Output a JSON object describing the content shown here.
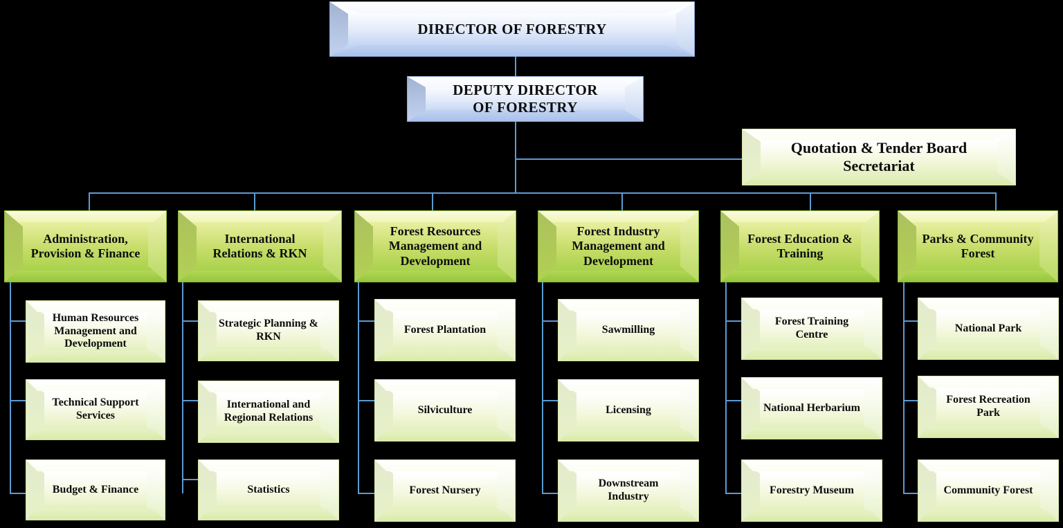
{
  "meta": {
    "title": "Forestry Department Organisational Chart",
    "background_color": "#000000",
    "connector_color": "#5B9BD5"
  },
  "colors": {
    "executive_box": "#BCCFF0",
    "division_header_box": "#A8D14A",
    "unit_box": "#E2EFBB",
    "text": "#0D0D0D",
    "connector": "#5B9BD5"
  },
  "executive": [
    {
      "id": "director",
      "label": "DIRECTOR OF FORESTRY"
    },
    {
      "id": "deputy-director",
      "label": "DEPUTY DIRECTOR\nOF FORESTRY"
    }
  ],
  "board": {
    "id": "quotation-tender-board",
    "label": "Quotation & Tender Board\nSecretariat"
  },
  "divisions": [
    {
      "id": "administration-provision-finance",
      "label": "Administration,\nProvision & Finance",
      "units": [
        {
          "id": "human-resources-management-and-development",
          "label": "Human Resources\nManagement and\nDevelopment"
        },
        {
          "id": "technical-support-services",
          "label": "Technical Support\nServices"
        },
        {
          "id": "budget-finance",
          "label": "Budget & Finance"
        }
      ]
    },
    {
      "id": "international-relations-rkn",
      "label": "International\nRelations & RKN",
      "units": [
        {
          "id": "strategic-planning-rkn",
          "label": "Strategic Planning &\nRKN"
        },
        {
          "id": "international-and-regional-relations",
          "label": "International and\nRegional Relations"
        },
        {
          "id": "statistics",
          "label": "Statistics"
        }
      ]
    },
    {
      "id": "forest-resources-management-and-development",
      "label": "Forest Resources\nManagement and\nDevelopment",
      "units": [
        {
          "id": "forest-plantation",
          "label": "Forest Plantation"
        },
        {
          "id": "silviculture",
          "label": "Silviculture"
        },
        {
          "id": "forest-nursery",
          "label": "Forest Nursery"
        }
      ]
    },
    {
      "id": "forest-industry-management-and-development",
      "label": "Forest Industry\nManagement and\nDevelopment",
      "units": [
        {
          "id": "sawmilling",
          "label": "Sawmilling"
        },
        {
          "id": "licensing",
          "label": "Licensing"
        },
        {
          "id": "downstream-industry",
          "label": "Downstream\nIndustry"
        }
      ]
    },
    {
      "id": "forest-education-training",
      "label": "Forest Education &\nTraining",
      "units": [
        {
          "id": "forest-training-centre",
          "label": "Forest Training\nCentre"
        },
        {
          "id": "national-herbarium",
          "label": "National Herbarium"
        },
        {
          "id": "forestry-museum",
          "label": "Forestry Museum"
        }
      ]
    },
    {
      "id": "parks-community-forest",
      "label": "Parks & Community\nForest",
      "units": [
        {
          "id": "national-park",
          "label": "National Park"
        },
        {
          "id": "forest-recreation-park",
          "label": "Forest Recreation\nPark"
        },
        {
          "id": "community-forest",
          "label": "Community Forest"
        }
      ]
    }
  ]
}
